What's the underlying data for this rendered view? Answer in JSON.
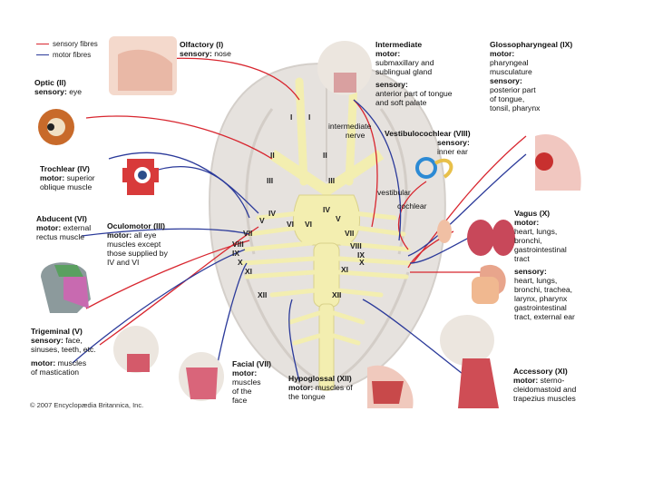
{
  "legend": {
    "sensory": {
      "text": "sensory fibres",
      "color": "#d8262f"
    },
    "motor": {
      "text": "motor fibres",
      "color": "#2b3a9a"
    }
  },
  "nerves": {
    "olfactory": {
      "title": "Olfactory (I)",
      "sensory_label": "sensory:",
      "sensory_text": "nose"
    },
    "optic": {
      "title": "Optic (II)",
      "sensory_label": "sensory:",
      "sensory_text": "eye"
    },
    "trochlear": {
      "title": "Trochlear (IV)",
      "motor_label": "motor:",
      "motor_line1": "superior",
      "motor_line2": "oblique muscle"
    },
    "abducent": {
      "title": "Abducent (VI)",
      "motor_label": "motor:",
      "motor_line1": "external",
      "motor_line2": "rectus muscle"
    },
    "oculomotor": {
      "title": "Oculomotor (III)",
      "motor_label": "motor:",
      "motor_line1": "all eye",
      "motor_line2": "muscles except",
      "motor_line3": "those supplied by",
      "motor_line4": "IV and VI"
    },
    "trigeminal": {
      "title": "Trigeminal (V)",
      "sensory_label": "sensory:",
      "sensory_line1": "face,",
      "sensory_line2": "sinuses, teeth, etc.",
      "motor_label": "motor:",
      "motor_line1": "muscles",
      "motor_line2": "of mastication"
    },
    "facial": {
      "title": "Facial (VII)",
      "motor_label": "motor:",
      "motor_line1": "muscles",
      "motor_line2": "of the",
      "motor_line3": "face"
    },
    "intermediate": {
      "title": "Intermediate",
      "motor_label": "motor:",
      "motor_line1": "submaxillary and",
      "motor_line2": "sublingual gland",
      "sensory_label": "sensory:",
      "sensory_line1": "anterior part of tongue",
      "sensory_line2": "and soft palate",
      "nerve_line1": "intermediate",
      "nerve_line2": "nerve"
    },
    "vestibulocochlear": {
      "title": "Vestibulocochlear (VIII)",
      "sensory_label": "sensory:",
      "sensory_text": "inner ear",
      "branch1": "vestibular",
      "branch2": "cochlear"
    },
    "glossopharyngeal": {
      "title": "Glossopharyngeal (IX)",
      "motor_label": "motor:",
      "motor_line1": "pharyngeal",
      "motor_line2": "musculature",
      "sensory_label": "sensory:",
      "sensory_line1": "posterior part",
      "sensory_line2": "of tongue,",
      "sensory_line3": "tonsil, pharynx"
    },
    "vagus": {
      "title": "Vagus (X)",
      "motor_label": "motor:",
      "motor_line1": "heart, lungs,",
      "motor_line2": "bronchi,",
      "motor_line3": "gastrointestinal",
      "motor_line4": "tract",
      "sensory_label": "sensory:",
      "sensory_line1": "heart, lungs,",
      "sensory_line2": "bronchi, trachea,",
      "sensory_line3": "larynx, pharynx",
      "sensory_line4": "gastrointestinal",
      "sensory_line5": "tract, external ear"
    },
    "hypoglossal": {
      "title": "Hypoglossal (XII)",
      "motor_label": "motor:",
      "motor_line1": "muscles of",
      "motor_line2": "the tongue"
    },
    "accessory": {
      "title": "Accessory (XI)",
      "motor_label": "motor:",
      "motor_line1": "sterno-",
      "motor_line2": "cleidomastoid and",
      "motor_line3": "trapezius muscles"
    }
  },
  "numerals": {
    "I": "I",
    "II": "II",
    "III": "III",
    "IV": "IV",
    "V": "V",
    "VI": "VI",
    "VII": "VII",
    "VIII": "VIII",
    "IX": "IX",
    "X": "X",
    "XI": "XI",
    "XII": "XII"
  },
  "copyright": "© 2007 Encyclopædia Britannica, Inc.",
  "colors": {
    "nerve_yellow": "#f3eeb0",
    "brain": "#e3dfda",
    "sensory": "#d8262f",
    "motor": "#2b3a9a"
  }
}
